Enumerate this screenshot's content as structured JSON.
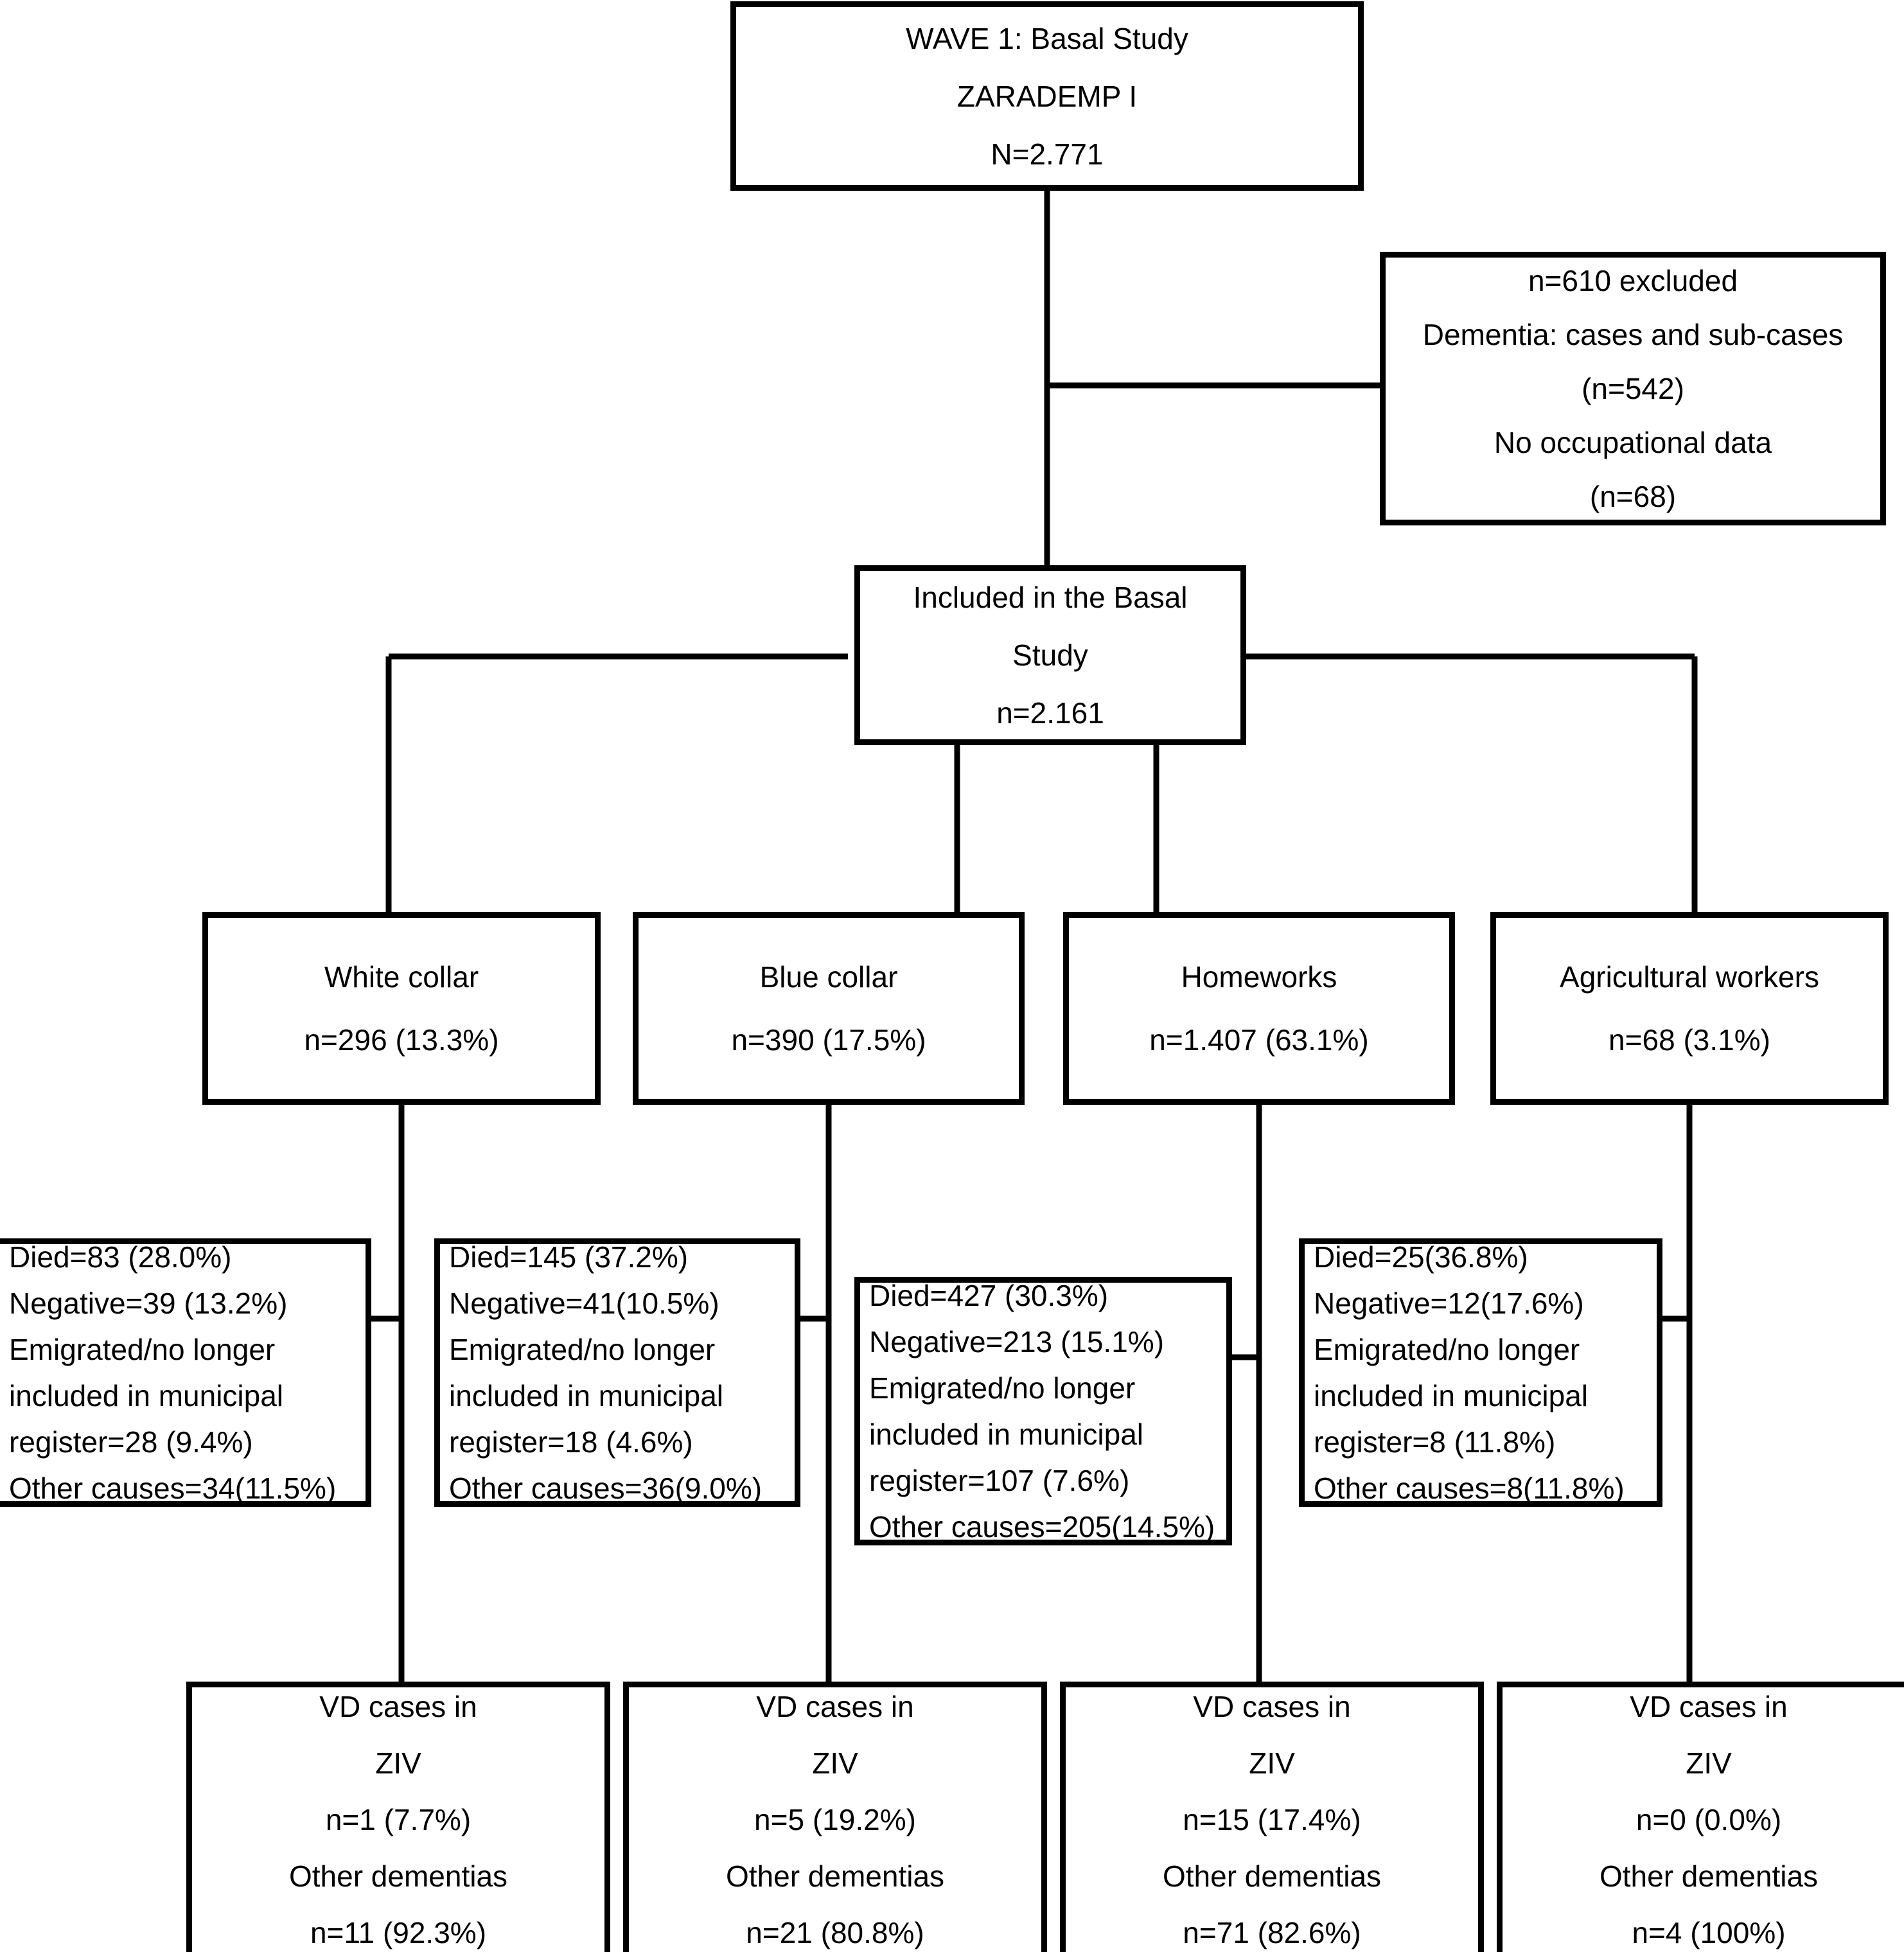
{
  "diagram": {
    "type": "flowchart",
    "title": "ZARADEMP study participant flow"
  },
  "nodes": {
    "wave1": {
      "lines": [
        "WAVE 1: Basal Study",
        "ZARADEMP I",
        "N=2.771"
      ]
    },
    "excluded": {
      "lines": [
        "n=610 excluded",
        "Dementia: cases and sub-cases",
        "(n=542)",
        "No occupational data",
        "(n=68)"
      ]
    },
    "included": {
      "lines": [
        "Included in the Basal",
        "Study",
        "n=2.161"
      ]
    },
    "categories": [
      {
        "lines": [
          "White collar",
          "n=296 (13.3%)"
        ]
      },
      {
        "lines": [
          "Blue collar",
          "n=390 (17.5%)"
        ]
      },
      {
        "lines": [
          "Homeworks",
          "n=1.407 (63.1%)"
        ]
      },
      {
        "lines": [
          "Agricultural workers",
          "n=68 (3.1%)"
        ]
      }
    ],
    "attrition": [
      {
        "lines": [
          "Died=83 (28.0%)",
          "Negative=39 (13.2%)",
          "Emigrated/no longer",
          "included in municipal",
          "register=28 (9.4%)",
          "Other causes=34(11.5%)"
        ]
      },
      {
        "lines": [
          "Died=145 (37.2%)",
          "Negative=41(10.5%)",
          "Emigrated/no longer",
          "included in municipal",
          "register=18 (4.6%)",
          "Other causes=36(9.0%)"
        ]
      },
      {
        "lines": [
          "Died=427 (30.3%)",
          "Negative=213 (15.1%)",
          "Emigrated/no longer",
          "included in municipal",
          "register=107 (7.6%)",
          "Other causes=205(14.5%)"
        ]
      },
      {
        "lines": [
          "Died=25(36.8%)",
          "Negative=12(17.6%)",
          "Emigrated/no longer",
          "included in municipal",
          "register=8 (11.8%)",
          "Other causes=8(11.8%)"
        ]
      }
    ],
    "outcomes": [
      {
        "lines": [
          "VD cases in",
          "ZIV",
          "n=1 (7.7%)",
          "Other dementias",
          "n=11 (92.3%)"
        ]
      },
      {
        "lines": [
          "VD cases in",
          "ZIV",
          "n=5 (19.2%)",
          "Other dementias",
          "n=21 (80.8%)"
        ]
      },
      {
        "lines": [
          "VD cases in",
          "ZIV",
          "n=15 (17.4%)",
          "Other dementias",
          "n=71 (82.6%)"
        ]
      },
      {
        "lines": [
          "VD cases in",
          "ZIV",
          "n=0 (0.0%)",
          "Other dementias",
          "n=4 (100%)"
        ]
      }
    ]
  },
  "colors": {
    "stroke": "#000000",
    "background": "#ffffff",
    "text": "#000000"
  }
}
